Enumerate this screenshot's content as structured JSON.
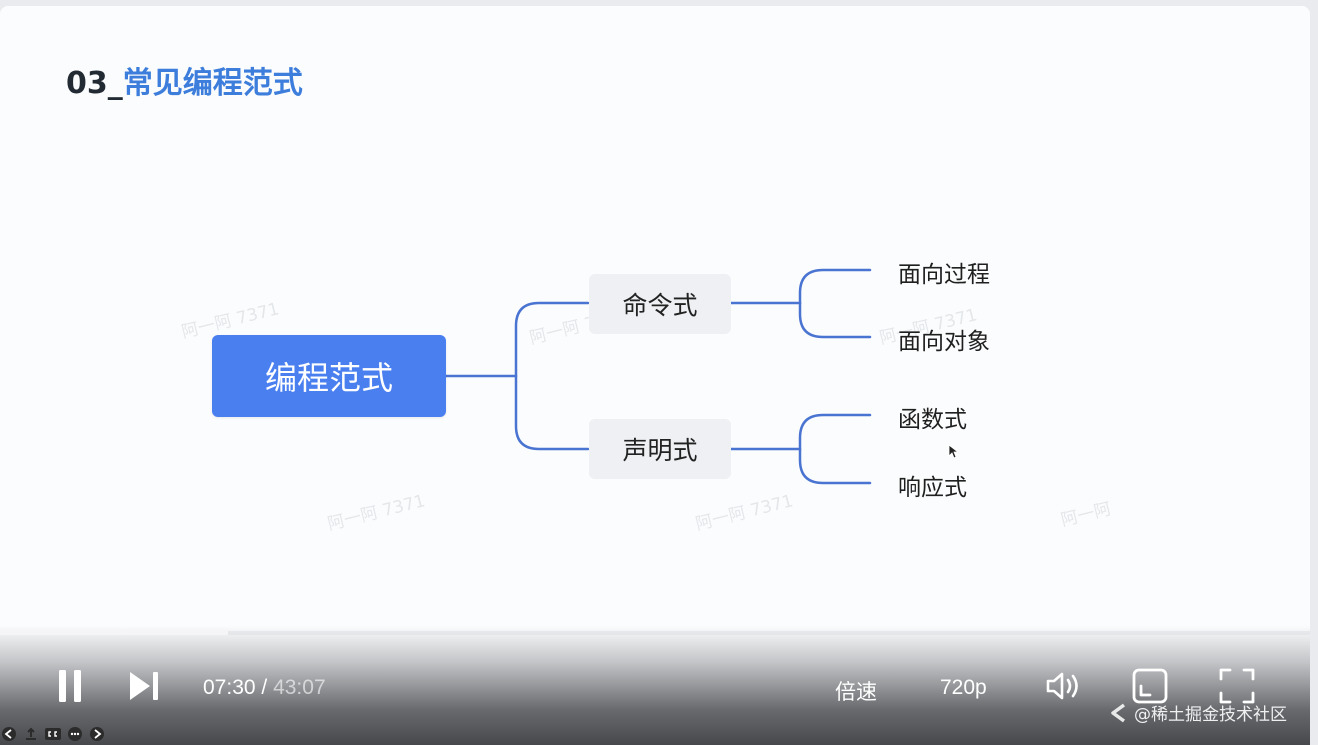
{
  "slide": {
    "title_number": "03_",
    "title_text": "常见编程范式",
    "mindmap": {
      "root": "编程范式",
      "branches": [
        {
          "label": "命令式",
          "children": [
            "面向过程",
            "面向对象"
          ]
        },
        {
          "label": "声明式",
          "children": [
            "函数式",
            "响应式"
          ]
        }
      ]
    },
    "watermarks": [
      "阿一阿 7371",
      "阿一阿 7371",
      "阿一阿 7371",
      "阿一阿 7371",
      "阿一阿 7371",
      "阿一阿"
    ]
  },
  "player": {
    "progress": 0.174,
    "current_time": "07:30",
    "separator": " / ",
    "duration": "43:07",
    "speed_label": "倍速",
    "quality_label": "720p",
    "icons": {
      "pause": "pause-icon",
      "next": "next-icon",
      "volume": "volume-icon",
      "pip": "picture-in-picture-icon",
      "fullscreen": "fullscreen-icon"
    }
  },
  "brand_watermark": "@稀土掘金技术社区",
  "colors": {
    "title_blue": "#3d7ddb",
    "root_blue": "#4a7ff0",
    "connector": "#4a74d1",
    "branch_bg": "#eef0f3"
  }
}
